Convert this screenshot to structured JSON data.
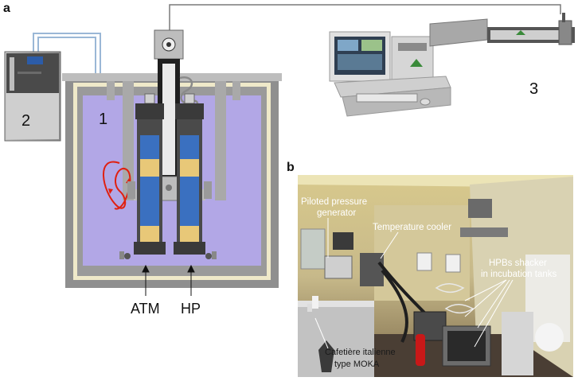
{
  "panel_a": {
    "panel_letter": "a",
    "number_1": "1",
    "number_2": "2",
    "number_3": "3",
    "label_atm": "ATM",
    "label_hp": "HP"
  },
  "panel_b": {
    "panel_letter": "b",
    "ann_pressure_line1": "Piloted pressure",
    "ann_pressure_line2": "generator",
    "ann_cooler": "Temperature cooler",
    "ann_shaker_line1": "HPBs shacker",
    "ann_shaker_line2": "in incubation tanks",
    "ann_kettle_line1": "Cafetière italienne",
    "ann_kettle_line2": "type MOKA"
  },
  "colors": {
    "water": "#b2a7e6",
    "tank_wall": "#8f8f8f",
    "tube_blue": "#3a70c0",
    "tube_gold": "#e8c878",
    "coil": "#e02010",
    "pipe": "#9ab7d6"
  }
}
